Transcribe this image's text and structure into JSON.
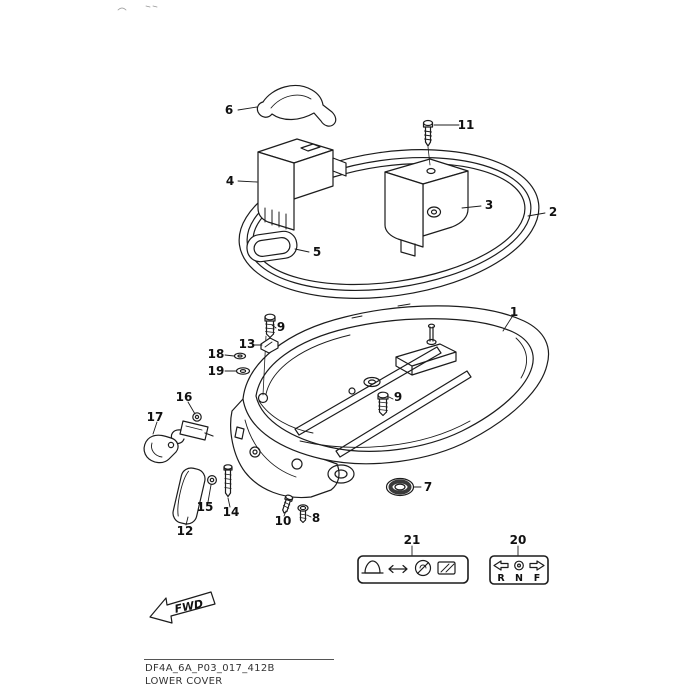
{
  "footer": {
    "code": "DF4A_6A_P03_017_412B",
    "title": "LOWER COVER"
  },
  "fwd_label": "FWD",
  "callouts": {
    "c1": "1",
    "c2": "2",
    "c3": "3",
    "c4": "4",
    "c5": "5",
    "c6": "6",
    "c7": "7",
    "c8": "8",
    "c9a": "9",
    "c9b": "9",
    "c10": "10",
    "c11": "11",
    "c12": "12",
    "c13": "13",
    "c14": "14",
    "c15": "15",
    "c16": "16",
    "c17": "17",
    "c18": "18",
    "c19": "19",
    "c20": "20",
    "c21": "21"
  },
  "shift_label": {
    "letters": [
      "R",
      "N",
      "F"
    ]
  },
  "caution_label": {
    "icons": [
      "cap-icon",
      "double-arrow-icon",
      "prohibition-icon",
      "document-icon"
    ]
  },
  "line_color": "#1c1c1c"
}
